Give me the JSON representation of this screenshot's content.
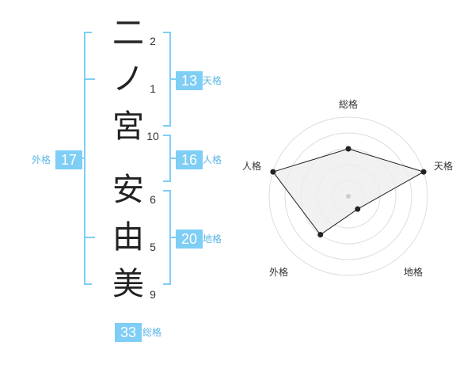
{
  "name": {
    "chars": [
      {
        "char": "二",
        "strokes": "2"
      },
      {
        "char": "ノ",
        "strokes": "1"
      },
      {
        "char": "宮",
        "strokes": "10"
      },
      {
        "char": "安",
        "strokes": "6"
      },
      {
        "char": "由",
        "strokes": "5"
      },
      {
        "char": "美",
        "strokes": "9"
      }
    ]
  },
  "kaku": {
    "tenkaku": {
      "value": "13",
      "label": "天格"
    },
    "jinkaku": {
      "value": "16",
      "label": "人格"
    },
    "chikaku": {
      "value": "20",
      "label": "地格"
    },
    "gaikaku": {
      "value": "17",
      "label": "外格"
    },
    "soukaku": {
      "value": "33",
      "label": "総格"
    }
  },
  "colors": {
    "accent": "#7ecef5",
    "accent_text": "#5bb6e6",
    "radar_fill": "#eeeeee",
    "radar_stroke": "#222222"
  },
  "chart_data": {
    "type": "radar",
    "axes": [
      "総格",
      "天格",
      "地格",
      "外格",
      "人格"
    ],
    "values": [
      0.6,
      1.0,
      0.2,
      0.6,
      1.0
    ],
    "range": [
      0,
      1
    ],
    "rings": 5
  }
}
